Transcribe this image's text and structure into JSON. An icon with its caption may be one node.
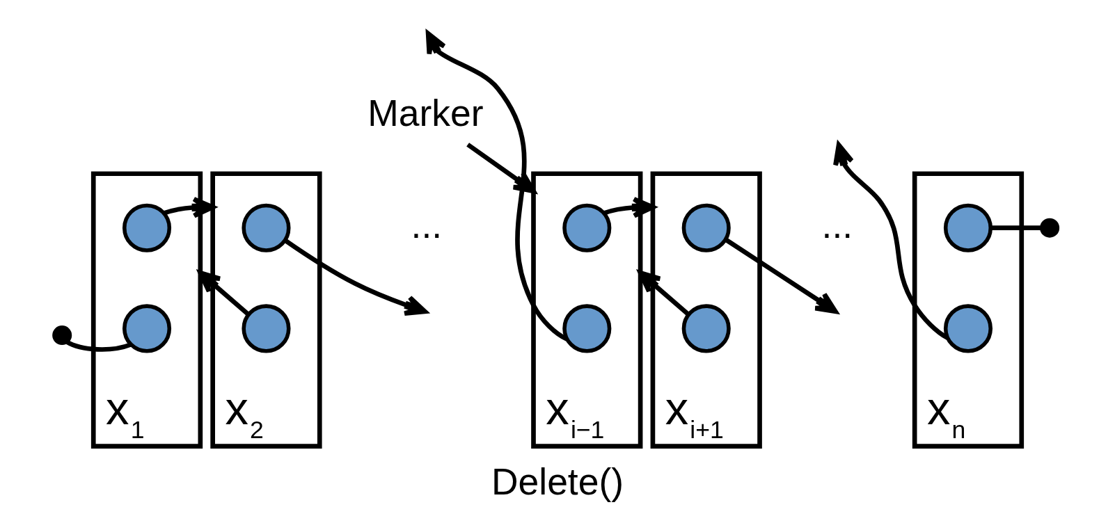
{
  "diagram": {
    "caption": "Delete()",
    "nodes": [
      {
        "text": [
          "x$_{1}$"
        ]
      },
      {
        "text": [],
        "shape": "circle",
        "in": 0
      },
      {
        "text": [],
        "shape": "circle",
        "in": 0
      },
      {
        "text": [
          "x$_{2}$"
        ]
      },
      {
        "text": [],
        "shape": "circle",
        "in": 3
      },
      {
        "text": [],
        "shape": "circle",
        "in": 3
      },
      {
        "text": [
          "x$_{i−1}$"
        ]
      },
      {
        "text": [],
        "shape": "circle",
        "in": 6
      },
      {
        "text": [],
        "shape": "circle",
        "in": 6
      },
      {
        "text": [
          "x$_{i+1}$"
        ]
      },
      {
        "text": [],
        "shape": "circle",
        "in": 9
      },
      {
        "text": [],
        "shape": "circle",
        "in": 9
      },
      {
        "text": [
          "x$_{n}$"
        ]
      },
      {
        "text": [],
        "shape": "circle",
        "in": 12
      },
      {
        "text": [],
        "shape": "circle",
        "in": 12
      },
      {
        "text": [
          "Marker"
        ]
      }
    ],
    "edges": [
      {
        "from": 1,
        "to": 3,
        "arrow": "to"
      },
      {
        "from": 4,
        "to": null,
        "arrow": "to"
      },
      {
        "from": 5,
        "to": 0,
        "arrow": "to"
      },
      {
        "from": 2,
        "to": null,
        "arrow": "other"
      },
      {
        "from": 7,
        "to": 9,
        "arrow": "to"
      },
      {
        "from": 8,
        "to": null,
        "arrow": "to"
      },
      {
        "from": 11,
        "to": 6,
        "arrow": "to"
      },
      {
        "from": 10,
        "to": null,
        "arrow": "to"
      },
      {
        "from": 13,
        "to": null,
        "arrow": "other"
      },
      {
        "from": 14,
        "to": null,
        "arrow": "to"
      },
      {
        "from": 15,
        "to": 6,
        "arrow": "to"
      }
    ],
    "labels": [
      "...",
      "..."
    ]
  }
}
